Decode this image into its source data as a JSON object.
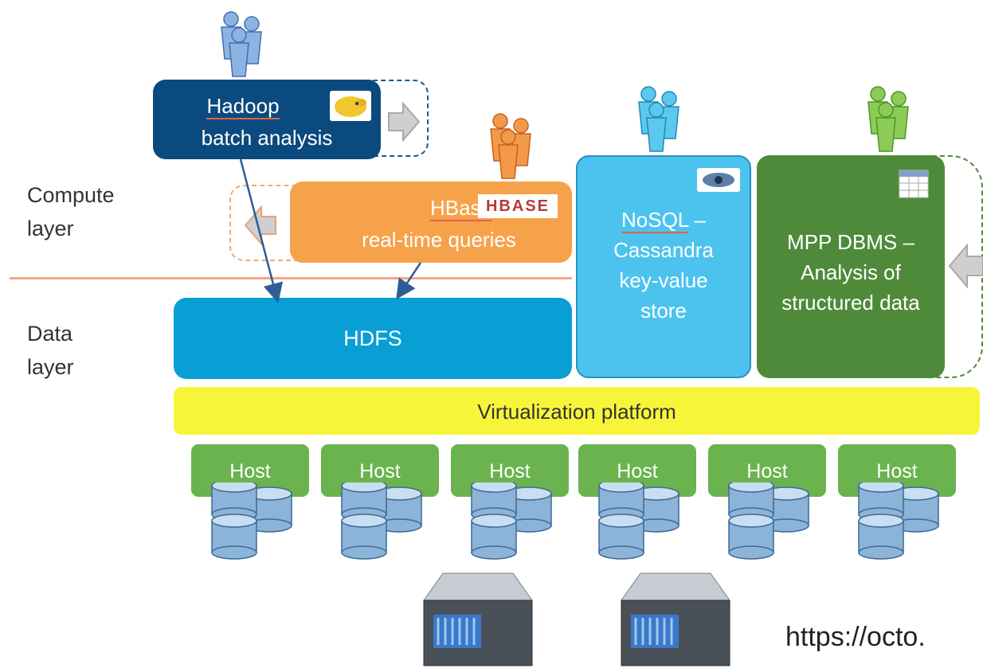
{
  "layers": {
    "compute_label": "Compute\nlayer",
    "data_label": "Data\nlayer"
  },
  "hadoop": {
    "title": "Hadoop",
    "subtitle": "batch analysis"
  },
  "hbase": {
    "title": "HBase",
    "subtitle": "real-time queries",
    "logo_text": "HBASE"
  },
  "nosql": {
    "line1": "NoSQL",
    "line1_suffix": " –",
    "line2": "Cassandra",
    "line3": "key-value",
    "line4": "store"
  },
  "mpp": {
    "line1": "MPP DBMS –",
    "line2": "Analysis of",
    "line3": "structured data"
  },
  "hdfs": {
    "label": "HDFS"
  },
  "virtualization": {
    "label": "Virtualization platform"
  },
  "hosts": [
    {
      "label": "Host"
    },
    {
      "label": "Host"
    },
    {
      "label": "Host"
    },
    {
      "label": "Host"
    },
    {
      "label": "Host"
    },
    {
      "label": "Host"
    }
  ],
  "source_url": "https://octo.",
  "colors": {
    "hadoop": "#0b4a7e",
    "hbase": "#f6a24a",
    "nosql": "#4cc3ef",
    "mpp": "#4f8a3a",
    "hdfs": "#0a9fd4",
    "virtualization": "#f7f53a",
    "host": "#6ab34e",
    "divider": "#f4a58a"
  },
  "icons": {
    "users_hadoop": "users-blue-icon",
    "users_hbase": "users-orange-icon",
    "users_nosql": "users-cyan-icon",
    "users_mpp": "users-green-icon",
    "database": "database-stack-icon",
    "server": "server-icon",
    "cassandra": "cassandra-eye-icon",
    "table": "table-icon"
  }
}
